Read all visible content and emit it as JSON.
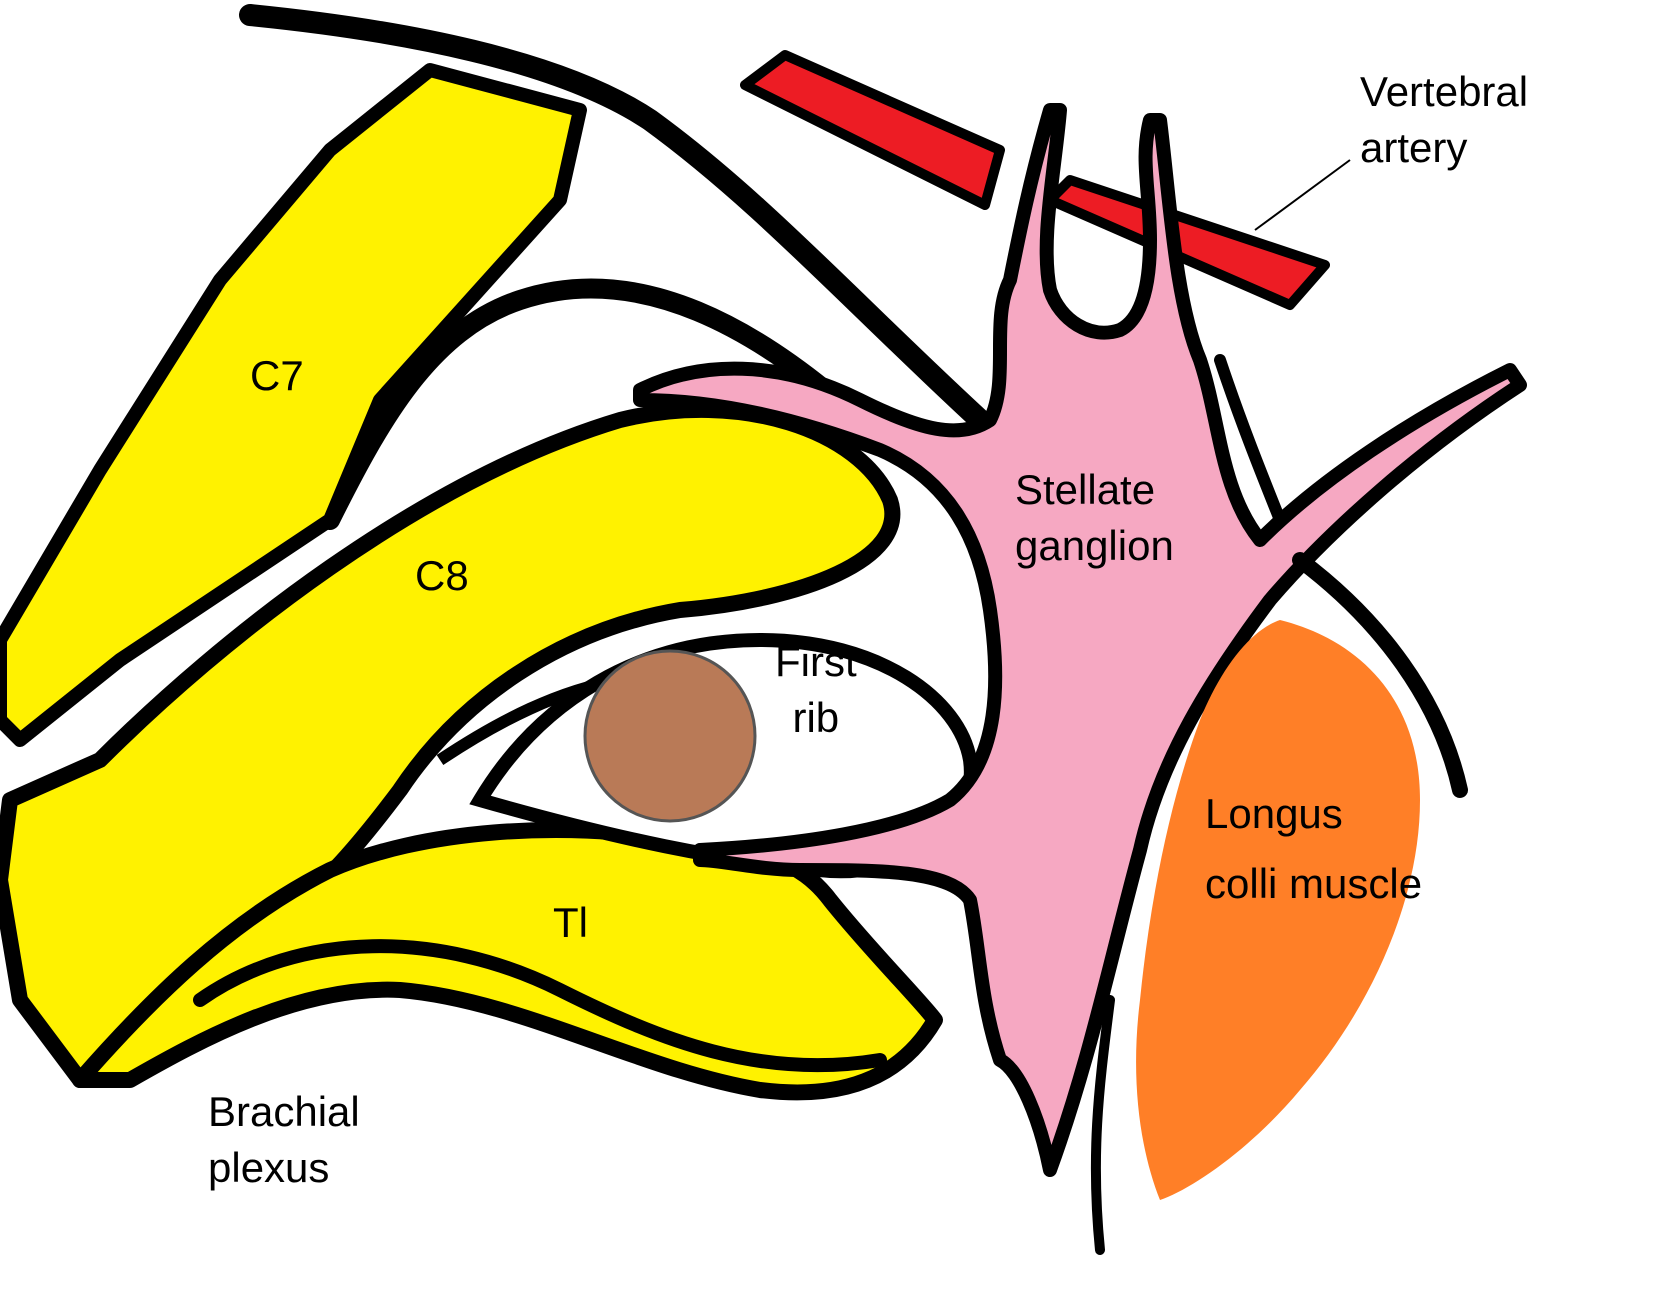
{
  "labels": {
    "vertebral_artery": [
      "Vertebral",
      "artery"
    ],
    "c7": "C7",
    "c8": "C8",
    "t1": "Tl",
    "stellate_ganglion": [
      "Stellate",
      "ganglion"
    ],
    "first_rib": [
      "First",
      "rib"
    ],
    "longus_colli": [
      "Longus",
      "colli muscle"
    ],
    "brachial_plexus": [
      "Brachial",
      "plexus"
    ]
  },
  "colors": {
    "nerve_root": "#fff200",
    "artery": "#ed1c24",
    "ganglion": "#f6a8c2",
    "rib": "#b97a57",
    "muscle": "#ff7f27",
    "outline": "#000000",
    "background": "#ffffff"
  }
}
